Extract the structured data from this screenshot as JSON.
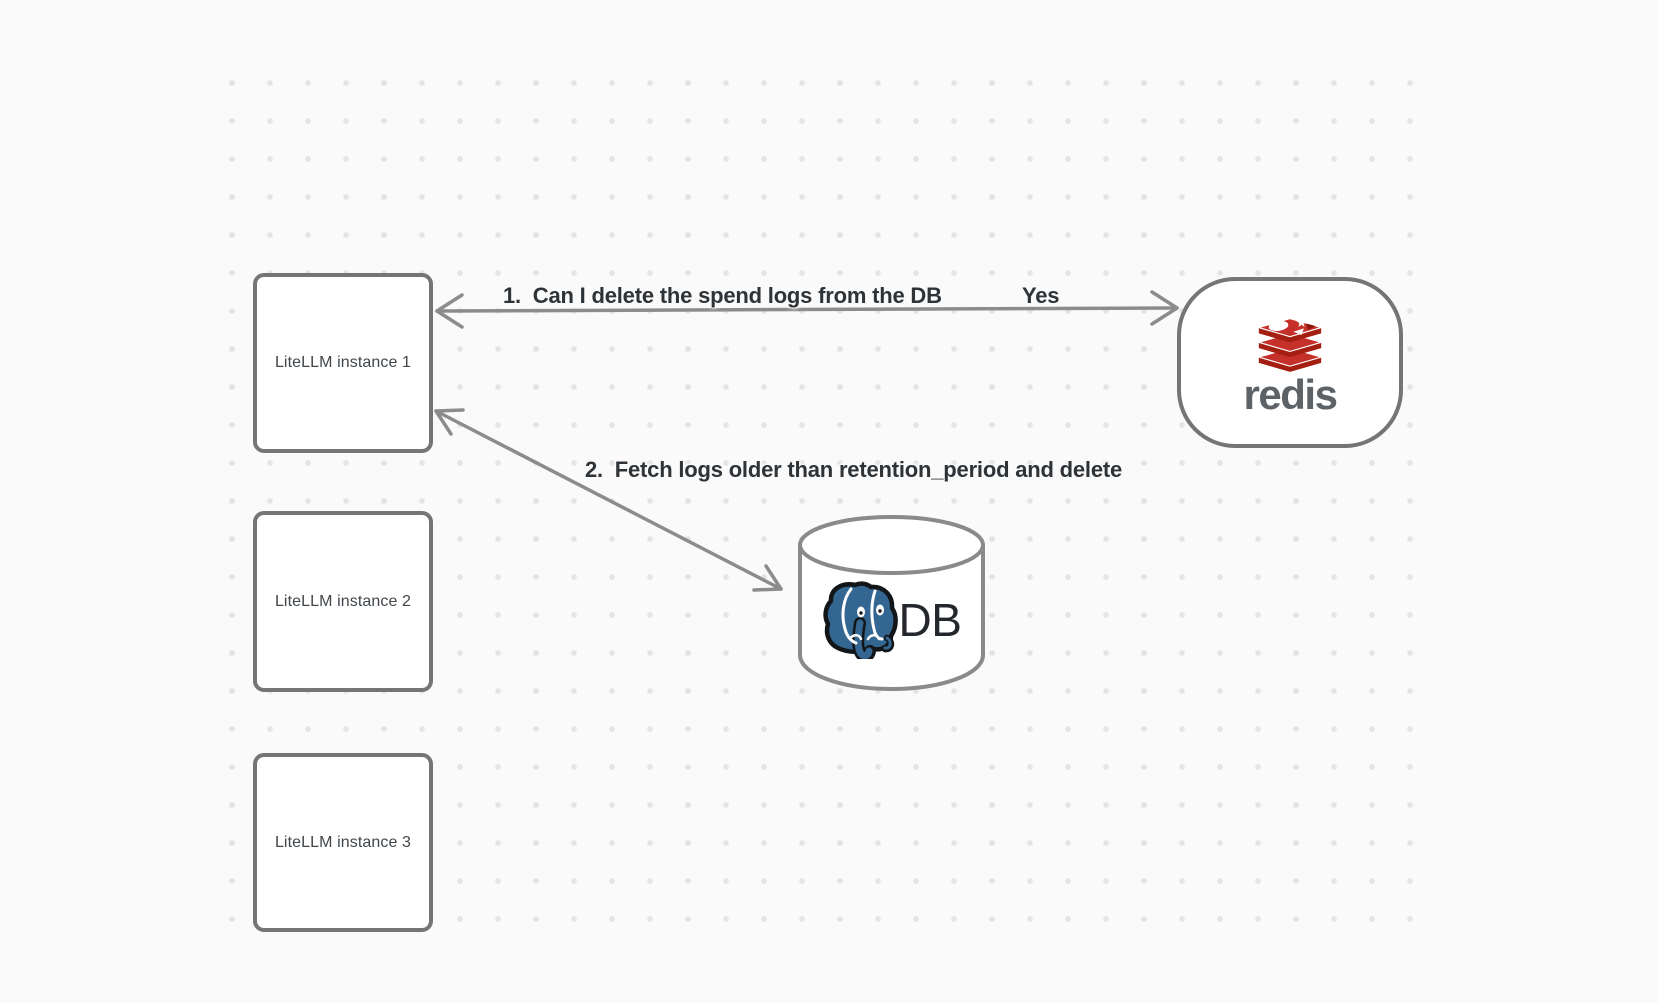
{
  "canvas": {
    "background_color": "#fafafa",
    "dot_color": "#e4e4e4"
  },
  "nodes": {
    "instance1": {
      "label": "LiteLLM instance 1"
    },
    "instance2": {
      "label": "LiteLLM instance 2"
    },
    "instance3": {
      "label": "LiteLLM instance 3"
    },
    "redis": {
      "wordmark": "redis",
      "icon": "redis-stack-icon",
      "colors": {
        "red": "#c6302b",
        "dark_red": "#a41e11",
        "text": "#5d6266"
      }
    },
    "db": {
      "label": "DB",
      "icon": "postgresql-elephant-icon",
      "colors": {
        "blue": "#336791"
      }
    }
  },
  "arrows": {
    "arrow1": {
      "label": "1.  Can I delete the spend logs from the DB",
      "response": "Yes",
      "style": "double-headed",
      "from": "LiteLLM instance 1",
      "to": "redis"
    },
    "arrow2": {
      "label": "2.  Fetch logs older than retention_period and delete",
      "style": "double-headed",
      "from": "LiteLLM instance 1",
      "to": "DB"
    }
  }
}
